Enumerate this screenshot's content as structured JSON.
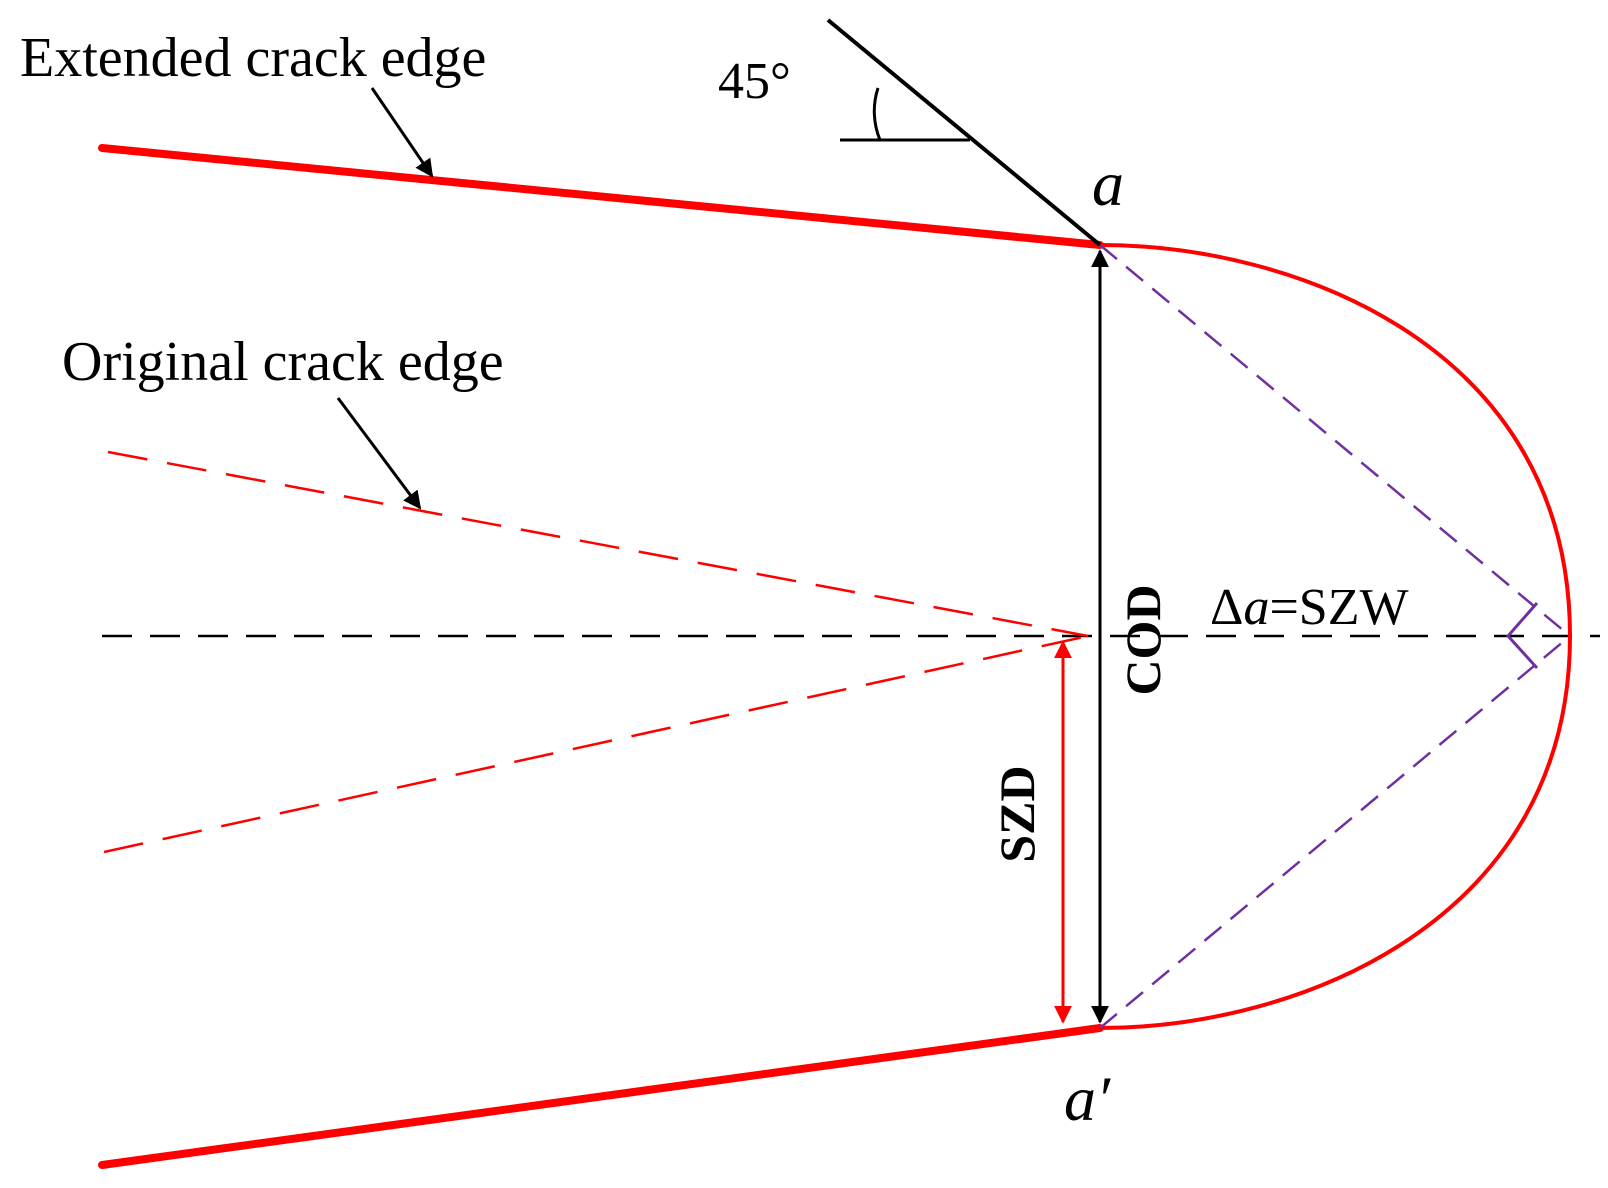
{
  "labels": {
    "extended_crack_edge": "Extended crack edge",
    "original_crack_edge": "Original crack edge",
    "angle": "45°",
    "point_a": "a",
    "point_a_prime": "a′",
    "cod": "COD",
    "szd": "SZD",
    "delta": "Δ",
    "delta_a_var": "a",
    "delta_a_rest": "=SZW"
  },
  "colors": {
    "crack_edge": "#ff0000",
    "construction_line": "#7030a0",
    "black": "#000000"
  }
}
